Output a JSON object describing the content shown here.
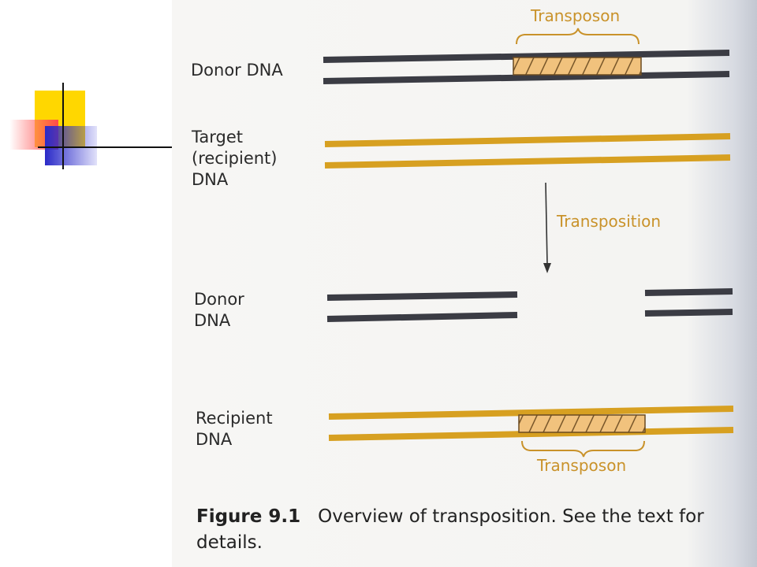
{
  "panel1": {
    "transposon_label": "Transposon",
    "donor_label": "Donor DNA",
    "target_label": "Target\n(recipient)\nDNA"
  },
  "arrow_label": "Transposition",
  "panel2": {
    "donor_label": "Donor\nDNA",
    "recipient_label": "Recipient\nDNA",
    "transposon_label": "Transposon"
  },
  "caption": {
    "figure_number": "Figure 9.1",
    "text": "Overview of transposition. See the text for details."
  },
  "colors": {
    "donor_strand": "#3b3c44",
    "recipient_strand": "#d7a021",
    "transposon_fill": "#f1c27d",
    "accent_text": "#c9922a"
  }
}
